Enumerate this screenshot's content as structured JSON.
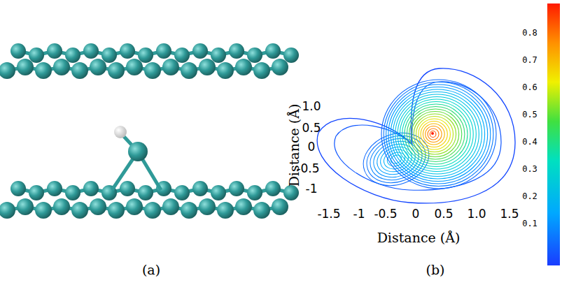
{
  "diagram": {
    "labels": [
      "(a)",
      "(b)",
      "Distance (Å)",
      "Distance (Å)",
      "1.0",
      "0.5",
      "0",
      "-0.5",
      "-1",
      "-1.5",
      "-1",
      "-0.5",
      "0",
      "0.5",
      "1.0",
      "1.5",
      "0.8",
      "0.7",
      "0.6",
      "0.5",
      "0.4",
      "0.3",
      "0.2",
      "0.1"
    ]
  }
}
